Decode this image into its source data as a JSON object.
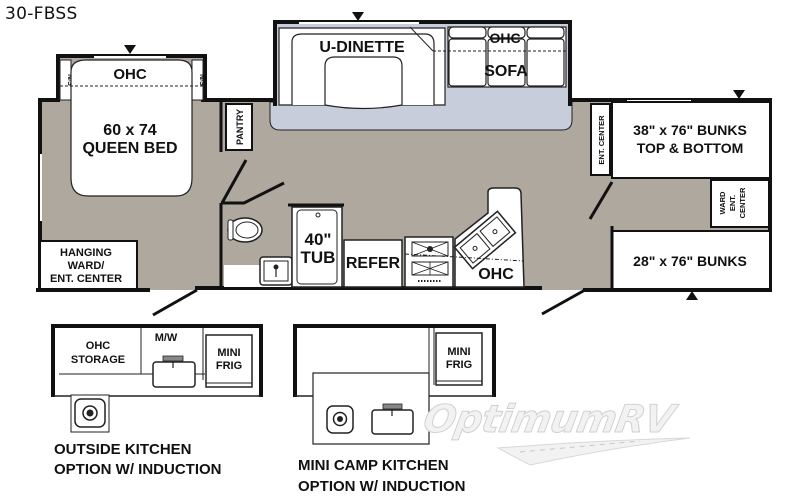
{
  "model": "30-FBSS",
  "colors": {
    "floor": "#aea89e",
    "slide_floor": "#c7cddb",
    "wall": "#111111",
    "furniture": "#ffffff"
  },
  "rooms": {
    "bedroom_ohc": "OHC",
    "nightstand_left": "N/S",
    "nightstand_right": "N/S",
    "bed_size": "60 x 74",
    "bed_type": "QUEEN BED",
    "pantry": "PANTRY",
    "wardrobe_line1": "HANGING",
    "wardrobe_line2": "WARD/",
    "wardrobe_line3": "ENT. CENTER",
    "dinette": "U-DINETTE",
    "sofa_ohc": "OHC",
    "sofa": "SOFA",
    "tub_line1": "40\"",
    "tub_line2": "TUB",
    "refer": "REFER",
    "kitchen_ohc": "OHC",
    "ent_center": "ENT. CENTER",
    "bunks_top_line1": "38\" x 76\" BUNKS",
    "bunks_top_line2": "TOP & BOTTOM",
    "ward_ent_line1": "WARD",
    "ward_ent_line2": "ENT.",
    "ward_ent_line3": "CENTER",
    "bunks_bottom": "28\" x 76\" BUNKS"
  },
  "options": {
    "outside_kitchen": {
      "ohc_line1": "OHC",
      "ohc_line2": "STORAGE",
      "microwave": "M/W",
      "frig_line1": "MINI",
      "frig_line2": "FRIG",
      "caption_line1": "OUTSIDE KITCHEN",
      "caption_line2": "OPTION W/ INDUCTION"
    },
    "mini_camp_kitchen": {
      "frig_line1": "MINI",
      "frig_line2": "FRIG",
      "caption_line1": "MINI CAMP KITCHEN",
      "caption_line2": "OPTION W/ INDUCTION"
    }
  },
  "watermark": "OptimumRV"
}
